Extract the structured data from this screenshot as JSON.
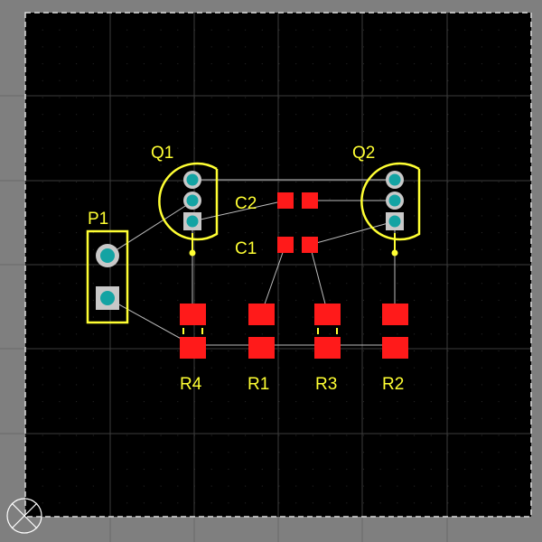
{
  "colors": {
    "surround": "#7f7f7f",
    "board": "#000000",
    "grid": "#3c3c3c",
    "grid_dot": "#2a2a2a",
    "board_outline": "#dcdcdc",
    "silkscreen": "#ffff33",
    "smd_pad": "#ff1a1a",
    "pad_copper": "#c8c8c8",
    "pad_hole": "#13a3a3",
    "ratsnest": "#bdbdbd",
    "origin_marker": "#ffffff"
  },
  "icons": {
    "origin": "origin-marker-icon"
  },
  "components": [
    {
      "id": "P1",
      "designator": "P1",
      "kind": "connector-2pin"
    },
    {
      "id": "Q1",
      "designator": "Q1",
      "kind": "transistor-to92"
    },
    {
      "id": "Q2",
      "designator": "Q2",
      "kind": "transistor-to92"
    },
    {
      "id": "C1",
      "designator": "C1",
      "kind": "smd-0603"
    },
    {
      "id": "C2",
      "designator": "C2",
      "kind": "smd-0603"
    },
    {
      "id": "R1",
      "designator": "R1",
      "kind": "smd-0805"
    },
    {
      "id": "R2",
      "designator": "R2",
      "kind": "smd-0805"
    },
    {
      "id": "R3",
      "designator": "R3",
      "kind": "smd-0805"
    },
    {
      "id": "R4",
      "designator": "R4",
      "kind": "smd-0805"
    }
  ]
}
